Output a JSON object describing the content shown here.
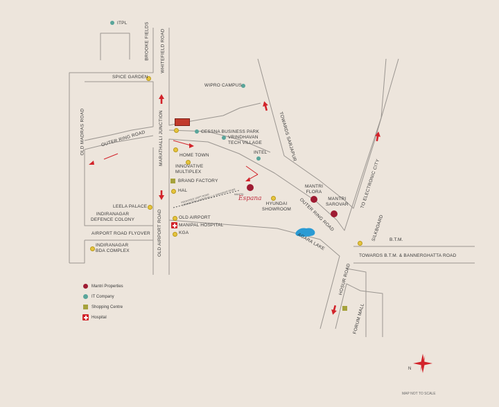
{
  "colors": {
    "background": "#ede5dc",
    "road": "#f5f0ea",
    "road_edge": "#9a9590",
    "arrow": "#d2232a",
    "mantri": "#9e1b32",
    "it_company": "#5aa59a",
    "shopping": "#a6a23d",
    "hospital": "#d2232a",
    "landmark": "#e6c43c",
    "lake": "#2a9bd4"
  },
  "roads": {
    "whitefield_road": "WHITEFIELD ROAD",
    "brooke_fields": "BROOKE FIELDS",
    "old_madras_road": "OLD MADRAS ROAD",
    "outer_ring_road_west": "OUTER RING ROAD",
    "marathalli_junction": "MARATHALLI JUNCTION",
    "old_airport_road": "OLD AIRPORT ROAD",
    "airport_road_flyover": "AIRPORT ROAD FLYOVER",
    "towards_sarjapur": "TOWARDS SARJAPUR",
    "outer_ring_road_east": "OUTER RING ROAD",
    "agara_lake": "AGARA LAKE",
    "to_electronic_city": "TO ELECTRONIC CITY",
    "silkboard": "SILKBOARD",
    "btm": "B.T.M.",
    "towards_btm": "TOWARDS B.T.M. & BANNERGHATTA ROAD",
    "hosur_road": "HOSUR ROAD",
    "proposed_road": "PROPOSED 100FT ROAD\nCONNECTING MARATHALLI & SARJAPUR ROAD"
  },
  "places": {
    "itpl": "ITPL",
    "spice_garden": "SPICE GARDEN",
    "wipro_campus": "WIPRO CAMPUS",
    "cessna": "CESSNA BUSINESS PARK",
    "vrindhavan": "VRINDHAVAN\nTECH VILLAGE",
    "intel": "INTEL",
    "home_town": "HOME TOWN",
    "innovative": "INNOVATIVE\nMULTIPLEX",
    "brand_factory": "BRAND FACTORY",
    "hal": "HAL",
    "leela_palace": "LEELA PALACE",
    "indiranagar_defence": "INDIRANAGAR\nDEFENCE COLONY",
    "old_airport": "OLD AIRPORT",
    "manipal": "MANIPAL HOSPITAL",
    "kga": "KGA",
    "indiranagar_bda": "INDIRANAGAR\nBDA COMPLEX",
    "mantri_flora": "MANTRI\nFLORA",
    "mantri_sarovar": "MANTRI\nSAROVAR",
    "hyundai": "HYUNDAI\nSHOWROOM",
    "forum_mall": "FORUM MALL",
    "espana_brand": "Espana",
    "espana_sub": "MANTRI"
  },
  "legend": {
    "mantri": "Mantri Properties",
    "it": "IT Company",
    "shopping": "Shopping Centre",
    "hospital": "Hospital"
  },
  "compass": {
    "label": "N"
  },
  "footer_note": "MAP NOT TO SCALE"
}
